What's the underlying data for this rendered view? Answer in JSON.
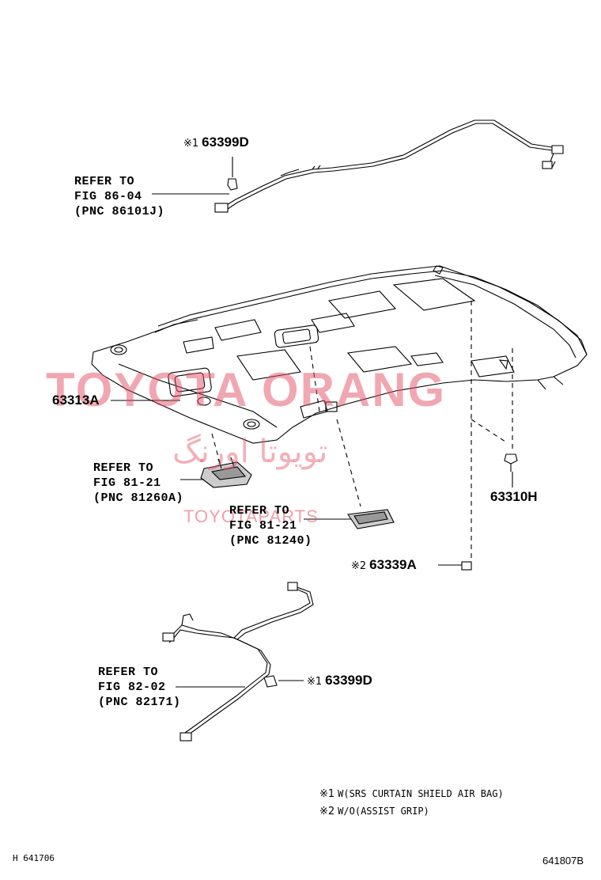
{
  "parts": {
    "p1_mark": "※1",
    "p1": "63399D",
    "p2": "63313A",
    "p3": "63310H",
    "p4_mark": "※2",
    "p4": "63339A",
    "p5_mark": "※1",
    "p5": "63399D"
  },
  "refs": {
    "r1": [
      "REFER TO",
      "FIG 86-04",
      "(PNC 86101J)"
    ],
    "r2": [
      "REFER TO",
      "FIG 81-21",
      "(PNC 81260A)"
    ],
    "r3": [
      "REFER TO",
      "FIG 81-21",
      "(PNC 81240)"
    ],
    "r4": [
      "REFER TO",
      "FIG 82-02",
      "(PNC 82171)"
    ]
  },
  "notes": {
    "n1_mark": "※1",
    "n1": "W(SRS CURTAIN SHIELD AIR BAG)",
    "n2_mark": "※2",
    "n2": "W/O(ASSIST GRIP)"
  },
  "footer": {
    "left": "H 641706",
    "right": "641807B"
  },
  "watermark": {
    "brand": "TOYOTA ORANG",
    "arabic": "تويوتا اورنگ",
    "sub": "TOYOTAPARTS"
  }
}
